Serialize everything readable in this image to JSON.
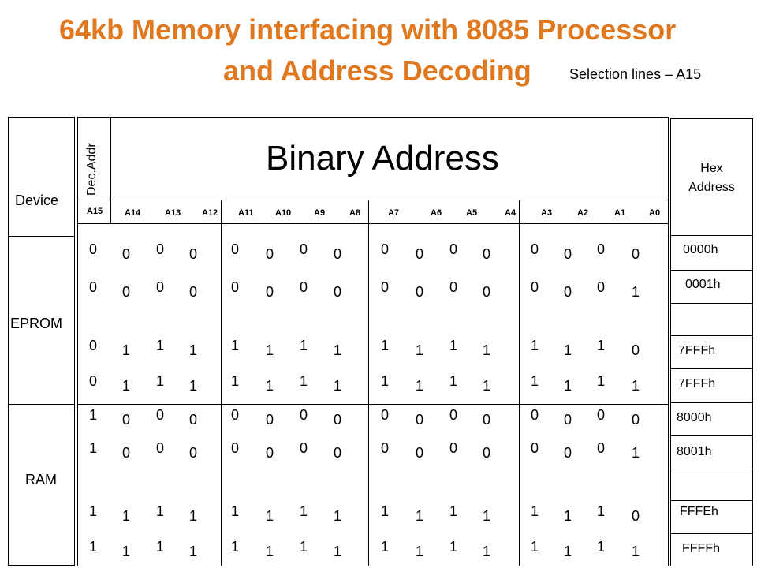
{
  "title": {
    "line1": "64kb Memory interfacing with 8085 Processor",
    "line2": "and Address Decoding",
    "selection": "Selection lines – A15"
  },
  "table": {
    "device_header": "Device",
    "dec_addr_header": "Dec.Addr",
    "binary_header": "Binary Address",
    "hex_header_1": "Hex",
    "hex_header_2": "Address",
    "address_lines": [
      "A15",
      "A14",
      "A13",
      "A12",
      "A11",
      "A10",
      "A9",
      "A8",
      "A7",
      "A6",
      "A5",
      "A4",
      "A3",
      "A2",
      "A1",
      "A0"
    ],
    "devices": [
      "EPROM",
      "RAM"
    ],
    "rows": [
      {
        "bits": [
          0,
          0,
          0,
          0,
          0,
          0,
          0,
          0,
          0,
          0,
          0,
          0,
          0,
          0,
          0,
          0
        ],
        "hex": "0000h"
      },
      {
        "bits": [
          0,
          0,
          0,
          0,
          0,
          0,
          0,
          0,
          0,
          0,
          0,
          0,
          0,
          0,
          0,
          1
        ],
        "hex": "0001h"
      },
      {
        "bits": [
          0,
          1,
          1,
          1,
          1,
          1,
          1,
          1,
          1,
          1,
          1,
          1,
          1,
          1,
          1,
          0
        ],
        "hex": "7FFFh"
      },
      {
        "bits": [
          0,
          1,
          1,
          1,
          1,
          1,
          1,
          1,
          1,
          1,
          1,
          1,
          1,
          1,
          1,
          1
        ],
        "hex": "7FFFh"
      },
      {
        "bits": [
          1,
          0,
          0,
          0,
          0,
          0,
          0,
          0,
          0,
          0,
          0,
          0,
          0,
          0,
          0,
          0
        ],
        "hex": "8000h"
      },
      {
        "bits": [
          1,
          0,
          0,
          0,
          0,
          0,
          0,
          0,
          0,
          0,
          0,
          0,
          0,
          0,
          0,
          1
        ],
        "hex": "8001h"
      },
      {
        "bits": [
          1,
          1,
          1,
          1,
          1,
          1,
          1,
          1,
          1,
          1,
          1,
          1,
          1,
          1,
          1,
          0
        ],
        "hex": "FFFEh"
      },
      {
        "bits": [
          1,
          1,
          1,
          1,
          1,
          1,
          1,
          1,
          1,
          1,
          1,
          1,
          1,
          1,
          1,
          1
        ],
        "hex": "FFFFh"
      }
    ]
  }
}
